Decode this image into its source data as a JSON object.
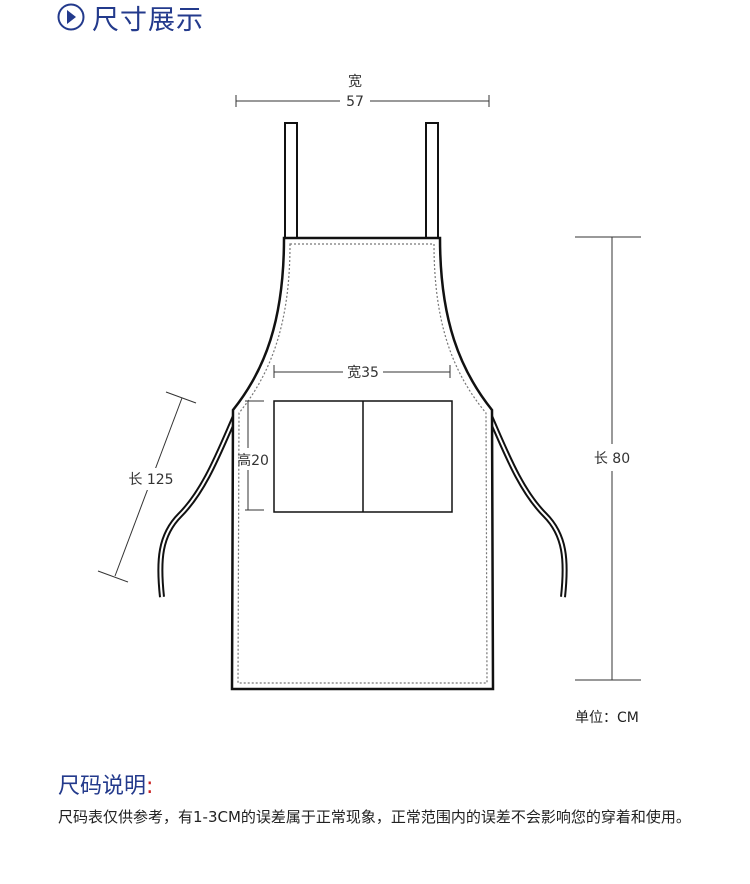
{
  "header": {
    "title": "尺寸展示",
    "icon": "circle-arrow-right-icon",
    "accent": "#233a8c"
  },
  "dimensions": {
    "top_width_label": "宽",
    "top_width_value": "57",
    "pocket_width": "宽35",
    "pocket_height": "高20",
    "strap_length": "长 125",
    "total_length": "长 80"
  },
  "unit": "单位：CM",
  "size_note": {
    "title": "尺码说明",
    "colon": ":",
    "colon_color": "#c81e1e",
    "text": "尺码表仅供参考，有1-3CM的误差属于正常现象，正常范围内的误差不会影响您的穿着和使用。"
  }
}
